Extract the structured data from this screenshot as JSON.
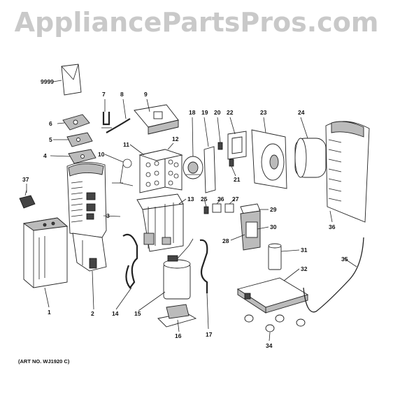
{
  "watermark": "AppliancePartsPros.com",
  "caption": "(ART NO. WJ1920 C)",
  "callouts": [
    "9999",
    "7",
    "8",
    "9",
    "6",
    "5",
    "4",
    "10",
    "11",
    "12",
    "37",
    "3",
    "13",
    "18",
    "19",
    "20",
    "22",
    "23",
    "24",
    "21",
    "25",
    "26",
    "27",
    "29",
    "30",
    "28",
    "31",
    "32",
    "36",
    "35",
    "1",
    "2",
    "14",
    "15",
    "17",
    "16",
    "34"
  ]
}
